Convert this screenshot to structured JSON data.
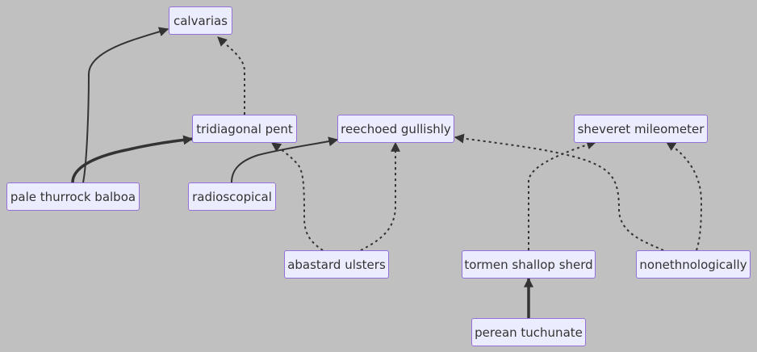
{
  "diagram": {
    "nodes": {
      "calvarias": "calvarias",
      "tridiagonal_pent": "tridiagonal pent",
      "reechoed_gullishly": "reechoed gullishly",
      "sheveret_mileometer": "sheveret mileometer",
      "pale_thurrock_balboa": "pale thurrock balboa",
      "radioscopical": "radioscopical",
      "abastard_ulsters": "abastard ulsters",
      "tormen_shallop_sherd": "tormen shallop sherd",
      "nonethnologically": "nonethnologically",
      "perean_tuchunate": "perean tuchunate"
    },
    "edges": [
      {
        "from": "pale thurrock balboa",
        "to": "calvarias",
        "style": "solid"
      },
      {
        "from": "pale thurrock balboa",
        "to": "tridiagonal pent",
        "style": "thick"
      },
      {
        "from": "tridiagonal pent",
        "to": "calvarias",
        "style": "dotted"
      },
      {
        "from": "radioscopical",
        "to": "reechoed gullishly",
        "style": "solid"
      },
      {
        "from": "abastard ulsters",
        "to": "tridiagonal pent",
        "style": "dotted"
      },
      {
        "from": "abastard ulsters",
        "to": "reechoed gullishly",
        "style": "dotted"
      },
      {
        "from": "nonethnologically",
        "to": "reechoed gullishly",
        "style": "dotted"
      },
      {
        "from": "tormen shallop sherd",
        "to": "sheveret mileometer",
        "style": "dotted"
      },
      {
        "from": "nonethnologically",
        "to": "sheveret mileometer",
        "style": "dotted"
      },
      {
        "from": "perean tuchunate",
        "to": "tormen shallop sherd",
        "style": "thick"
      }
    ],
    "colors": {
      "background": "#c0c0c0",
      "node_fill": "#ECECFF",
      "node_border": "#9370DB",
      "edge": "#333333"
    }
  }
}
